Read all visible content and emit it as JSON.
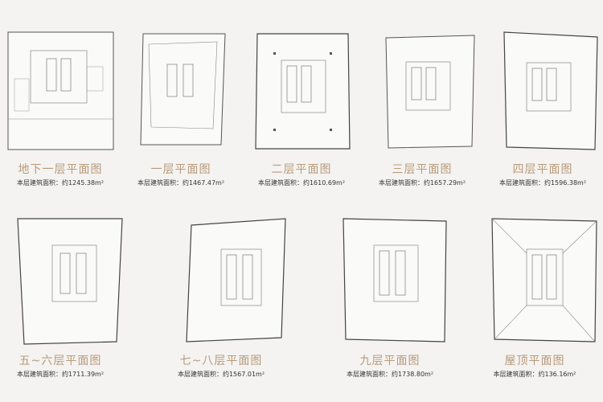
{
  "area_label": "本层建筑面积：约",
  "floors": [
    {
      "name": "地下一层平面图",
      "area": "1245.38m²"
    },
    {
      "name": "一层平面图",
      "area": "1467.47m²"
    },
    {
      "name": "二层平面图",
      "area": "1610.69m²"
    },
    {
      "name": "三层平面图",
      "area": "1657.29m²"
    },
    {
      "name": "四层平面图",
      "area": "1596.38m²"
    },
    {
      "name": "五~六层平面图",
      "area": "1711.39m²"
    },
    {
      "name": "七~八层平面图",
      "area": "1567.01m²"
    },
    {
      "name": "九层平面图",
      "area": "1738.80m²"
    },
    {
      "name": "屋顶平面图",
      "area": "136.16m²"
    }
  ]
}
